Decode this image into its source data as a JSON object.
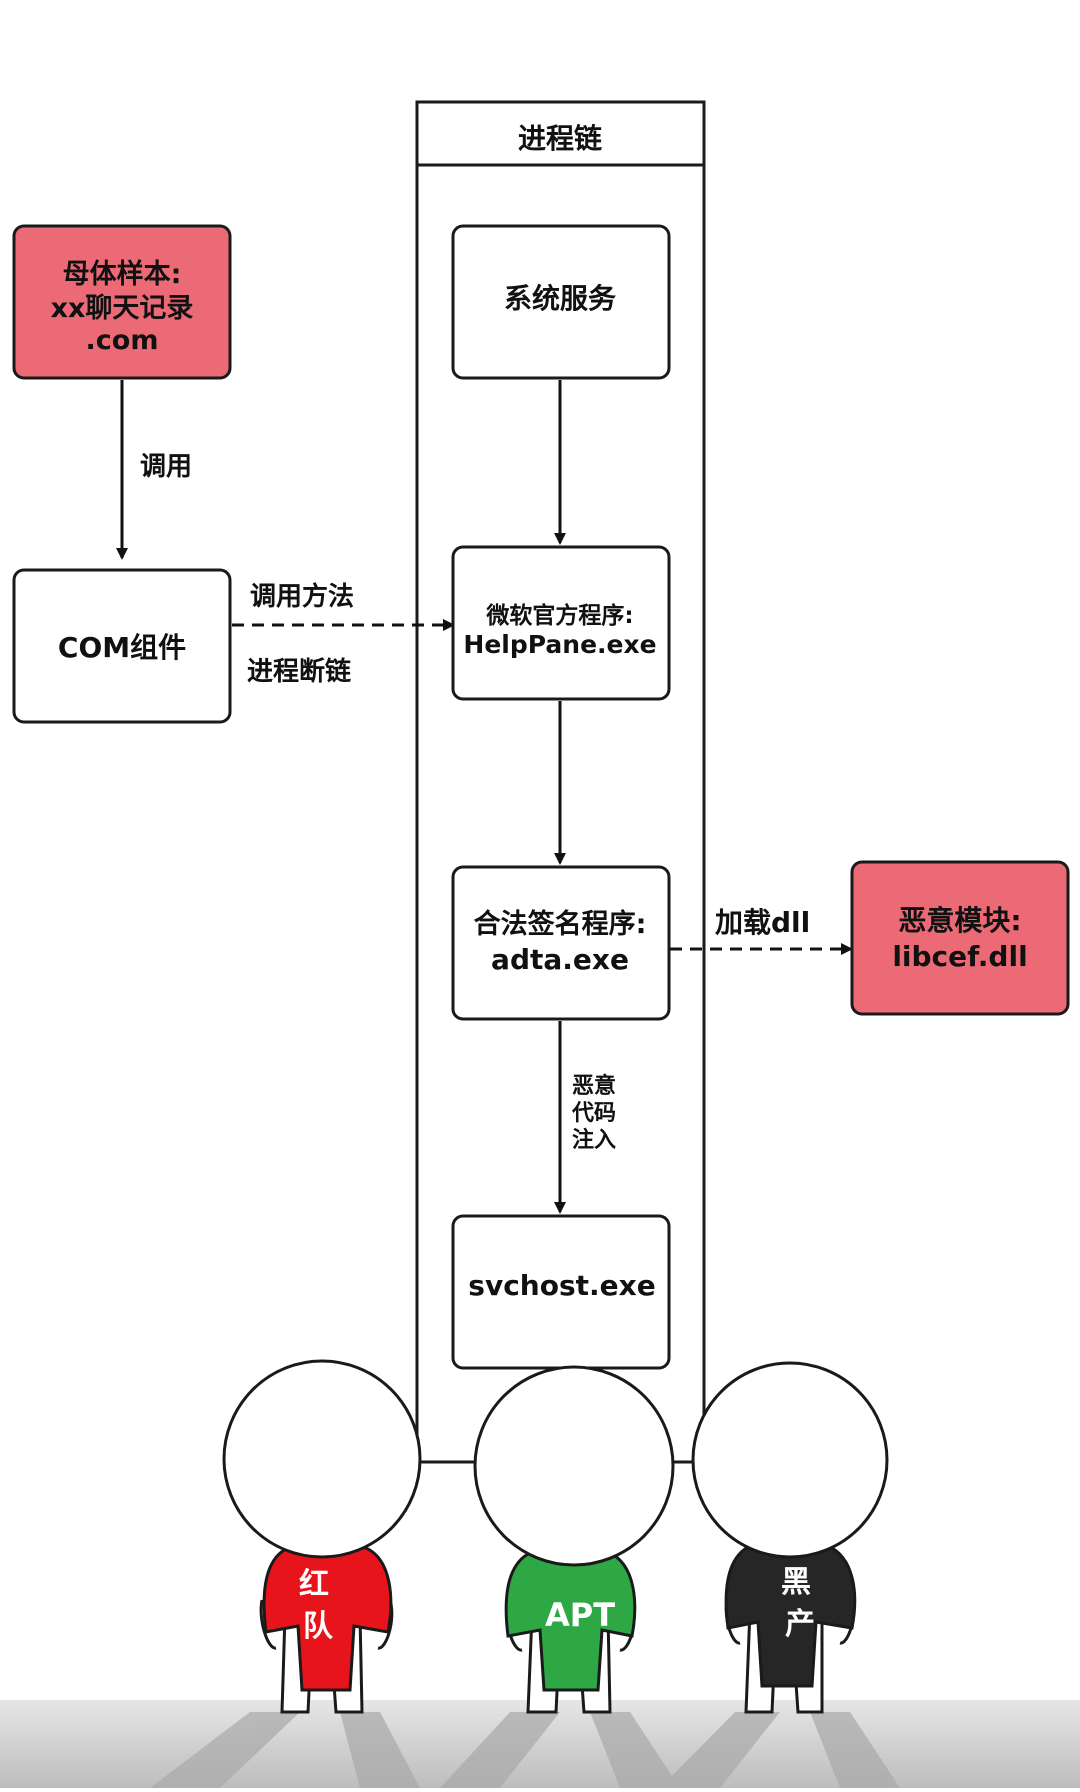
{
  "colors": {
    "malicious_fill": "#ec6a76",
    "box_stroke": "#1a1a1a",
    "red_team_shirt": "#e8141c",
    "apt_shirt": "#2ea844",
    "black_market_shirt": "#262626",
    "floor": "#d0d0d0"
  },
  "swimlane": {
    "title": "进程链"
  },
  "nodes": {
    "parent_sample": {
      "lines": [
        "母体样本:",
        "xx聊天记录",
        ".com"
      ]
    },
    "com_component": {
      "lines": [
        "COM组件"
      ]
    },
    "system_service": {
      "lines": [
        "系统服务"
      ]
    },
    "helppane": {
      "lines": [
        "微软官方程序:",
        "HelpPane.exe"
      ]
    },
    "adta": {
      "lines": [
        "合法签名程序:",
        "adta.exe"
      ]
    },
    "svchost": {
      "lines": [
        "svchost.exe"
      ]
    },
    "libcef": {
      "lines": [
        "恶意模块:",
        "libcef.dll"
      ]
    }
  },
  "edges": {
    "call": {
      "label": "调用"
    },
    "call_method": {
      "label": "调用方法"
    },
    "chain_break": {
      "label": "进程断链"
    },
    "load_dll": {
      "label": "加载dll"
    },
    "inject": {
      "lines": [
        "恶意",
        "代码",
        "注入"
      ]
    }
  },
  "characters": {
    "red_team": {
      "shirt_text": [
        "红",
        "队"
      ]
    },
    "apt": {
      "shirt_text": [
        "APT"
      ]
    },
    "black_market": {
      "shirt_text": [
        "黑",
        "产"
      ]
    }
  }
}
